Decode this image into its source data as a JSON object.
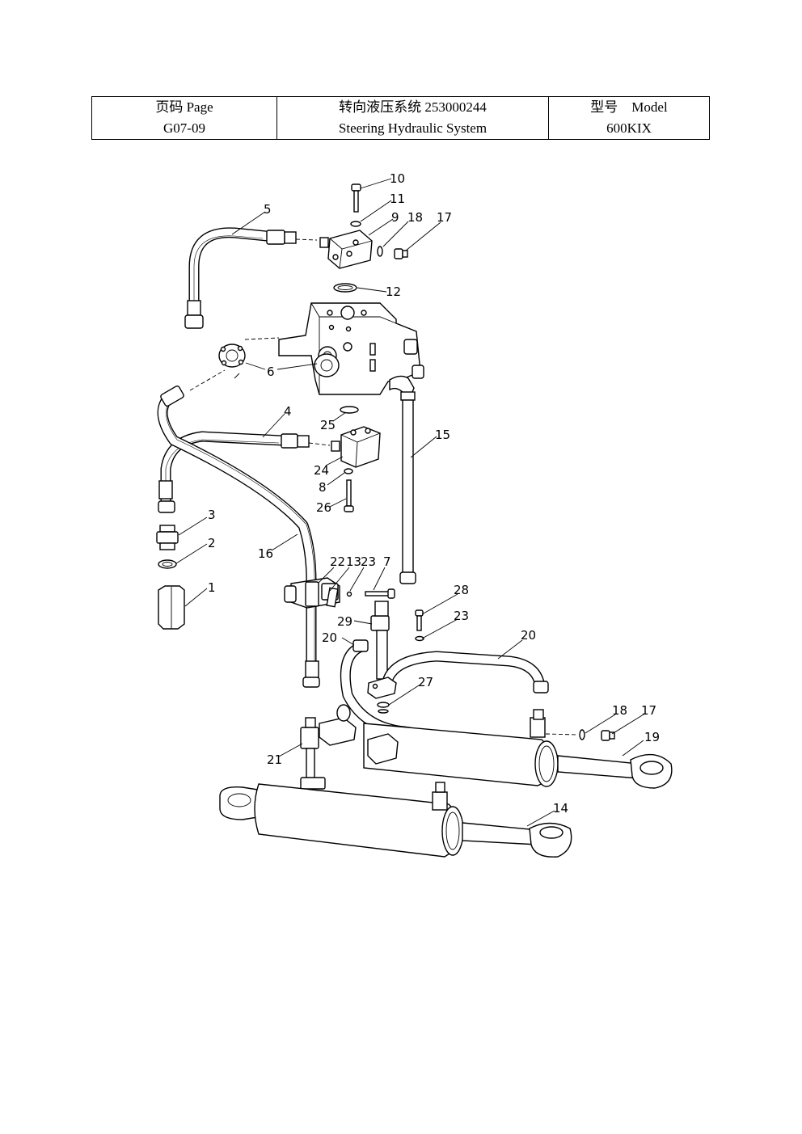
{
  "header": {
    "page_label": "页码 Page",
    "page_value": "G07-09",
    "title_cn": "转向液压系统 253000244",
    "title_en": "Steering Hydraulic System",
    "model_label": "型号    Model",
    "model_value": "600KIX"
  },
  "callouts": [
    "10",
    "11",
    "9",
    "18",
    "17",
    "5",
    "12",
    "6",
    "25",
    "4",
    "15",
    "24",
    "8",
    "26",
    "3",
    "2",
    "16",
    "1",
    "22",
    "13",
    "23",
    "7",
    "28",
    "29",
    "23",
    "20",
    "20",
    "27",
    "18",
    "17",
    "19",
    "21",
    "14"
  ]
}
